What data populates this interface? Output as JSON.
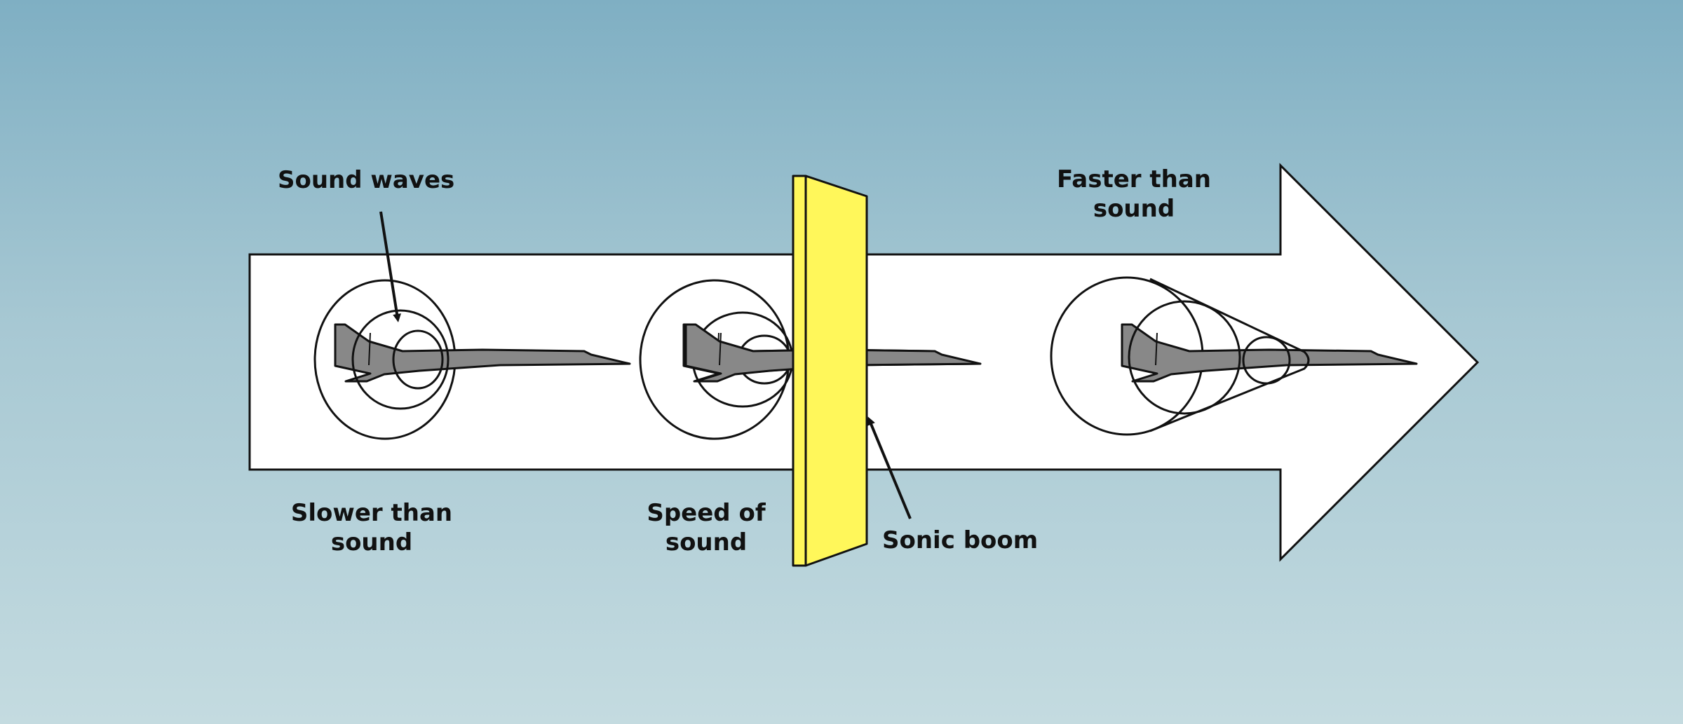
{
  "labels": {
    "sound_waves": "Sound waves",
    "slower": "Slower than\nsound",
    "speed_of": "Speed of\nsound",
    "sonic_boom": "Sonic boom",
    "faster": "Faster than\nsound"
  },
  "colors": {
    "background_top": "#7fafc3",
    "background_bottom": "#c4dbe0",
    "arrow_fill": "#ffffff",
    "outline": "#111111",
    "plane_fill": "#888888",
    "sonic_barrier_fill": "#fff75a"
  },
  "icons": {
    "plane": "jet-airplane-icon",
    "wave": "circle-outline"
  }
}
